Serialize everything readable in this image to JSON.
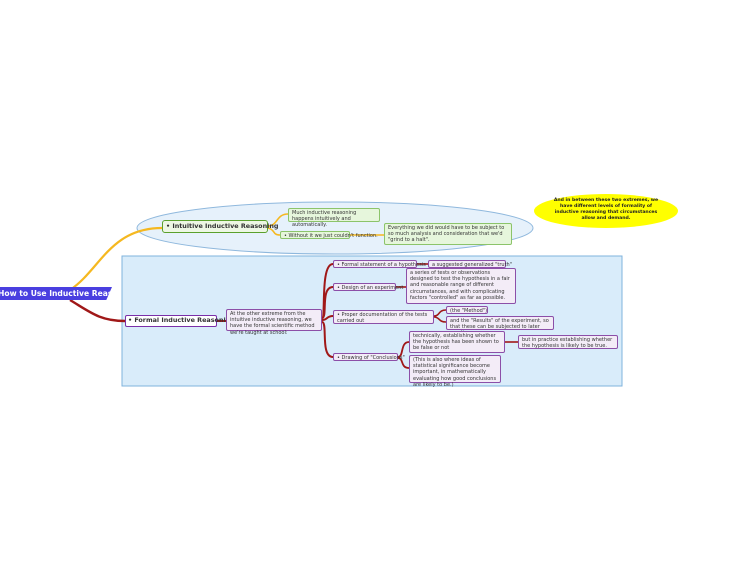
{
  "root": {
    "label": "How to Use Inductive Reasoning"
  },
  "branch_intuitive": {
    "label": "Intuitive Inductive Reasoning"
  },
  "branch_formal": {
    "label": "Formal Inductive Reasoning"
  },
  "intuitive": {
    "much": "Much inductive reasoning happens intuitively and automatically.",
    "without": "Without it we just couldn't function.",
    "everything": "Everything we did would have to be subject to so much analysis and consideration that we'd \"grind to a halt\"."
  },
  "formal": {
    "intro": "At the other extreme from the intuitive inductive reasoning, we have the formal scientific method we're taught at school:",
    "hypothesis": "Formal statement of a hypothesis",
    "truth": "a suggested generalized \"truth\"",
    "design": "Design of an experiment",
    "design_detail": "a series of tests or observations designed to test the hypothesis in a fair and reasonable range of different circumstances, and with complicating factors \"controlled\" as far as possible.",
    "proper": "Proper documentation of the tests carried out",
    "method": "(the \"Method\")",
    "results": "and the \"Results\" of the experiment, so that these can be subjected to later scrutiny.",
    "drawing": "Drawing of \"Conclusions\"",
    "technically": "technically, establishing whether the hypothesis has been shown to be false or not",
    "practice": "but in practice establishing whether the hypothesis is likely to be true.",
    "statistical": "(This is also where ideas of statistical significance become important, in mathematically evaluating how good conclusions are likely to be.)"
  },
  "callout": "And in between these two extremes, we have different levels of formality of inductive reasoning that circumstances allow and demand.",
  "colors": {
    "root": "#4a3fe0",
    "yellow_link": "#f5b820",
    "red_link": "#a01818",
    "formal_border": "#7a2fa8",
    "intuitive_border": "#5aa02c",
    "boundary_fill": "#d9ecfa",
    "boundary_border": "#7fb3dc",
    "callout_fill": "#ffff00"
  }
}
